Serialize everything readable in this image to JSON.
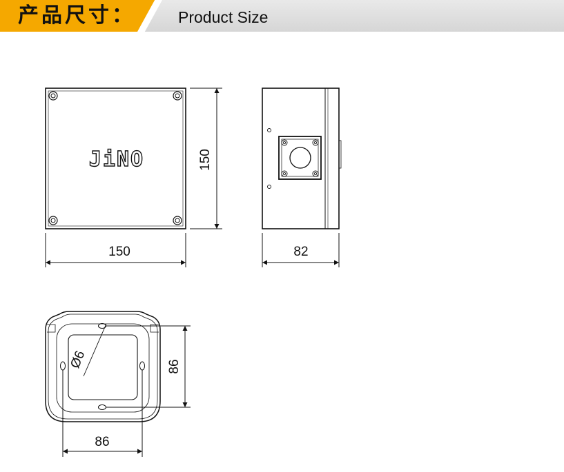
{
  "header": {
    "title_cn": "产品尺寸：",
    "title_en": "Product Size",
    "accent_color": "#f5a800",
    "bar_color": "#dcdcdc"
  },
  "front_view": {
    "logo": "JiNO",
    "width_label": "150",
    "height_label": "150"
  },
  "side_view": {
    "depth_label": "82"
  },
  "mount_view": {
    "hole_label": "Ø6",
    "width_label": "86",
    "height_label": "86"
  }
}
